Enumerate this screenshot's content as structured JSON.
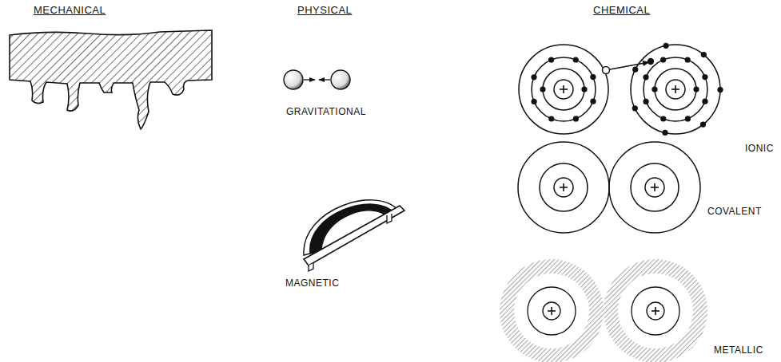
{
  "diagram": {
    "labels": [
      "MECHANICAL",
      "PHYSICAL",
      "CHEMICAL",
      "GRAVITATIONAL",
      "MAGNETIC",
      "IONIC",
      "COVALENT",
      "METALLIC"
    ]
  }
}
